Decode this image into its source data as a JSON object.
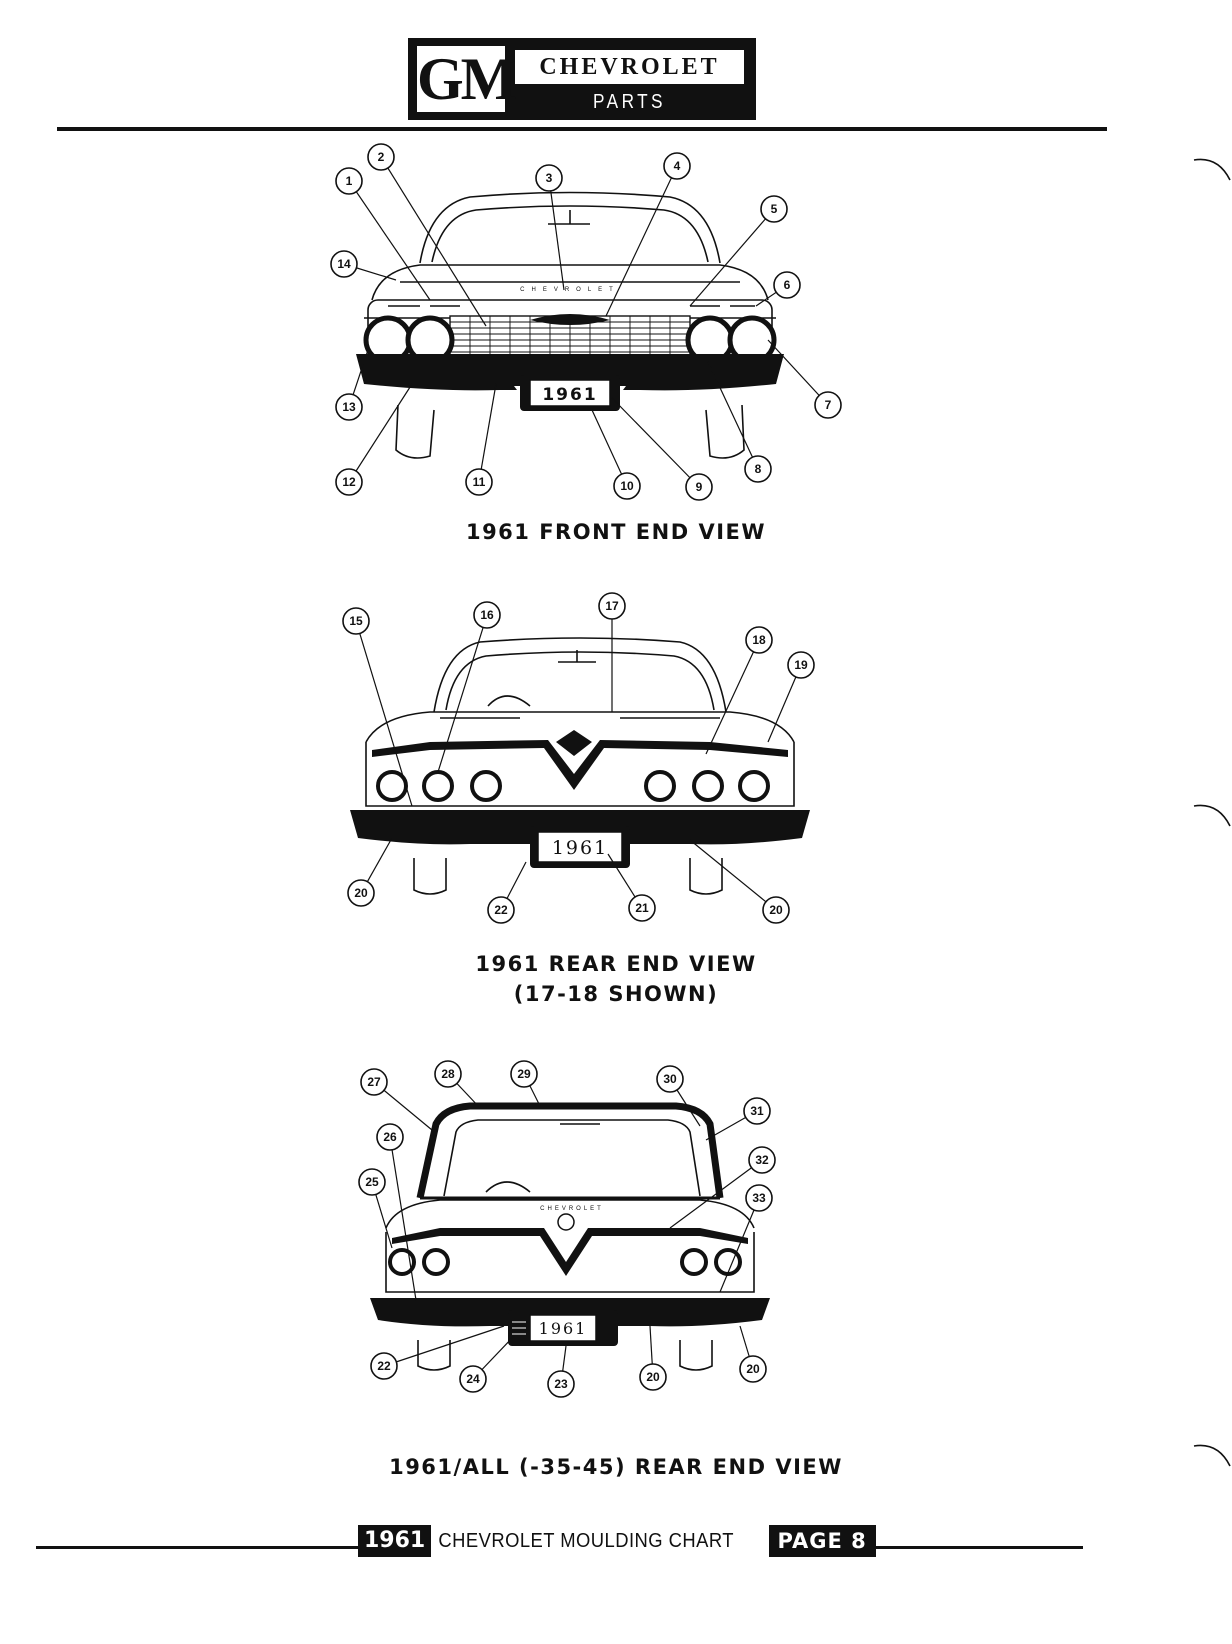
{
  "header": {
    "logo": "GM",
    "brand": "CHEVROLET",
    "subtitle": "PARTS CATALOGUE"
  },
  "figures": [
    {
      "caption_lines": [
        "1961 FRONT END VIEW"
      ],
      "license_plate": "1961",
      "emblem_text": "CHEVROLET",
      "callouts": [
        "1",
        "2",
        "3",
        "4",
        "5",
        "6",
        "7",
        "8",
        "9",
        "10",
        "11",
        "12",
        "13",
        "14"
      ]
    },
    {
      "caption_lines": [
        "1961 REAR END VIEW",
        "(17-18 SHOWN)"
      ],
      "license_plate": "1961",
      "callouts": [
        "15",
        "16",
        "17",
        "18",
        "19",
        "20",
        "20",
        "21",
        "22"
      ]
    },
    {
      "caption_lines": [
        "1961/ALL (-35-45) REAR END VIEW"
      ],
      "license_plate": "1961",
      "emblem_text": "CHEVROLET",
      "callouts": [
        "20",
        "20",
        "22",
        "23",
        "24",
        "25",
        "26",
        "27",
        "28",
        "29",
        "30",
        "31",
        "32",
        "33"
      ]
    }
  ],
  "footer": {
    "year": "1961",
    "title": "CHEVROLET MOULDING CHART",
    "page": "PAGE 8"
  }
}
